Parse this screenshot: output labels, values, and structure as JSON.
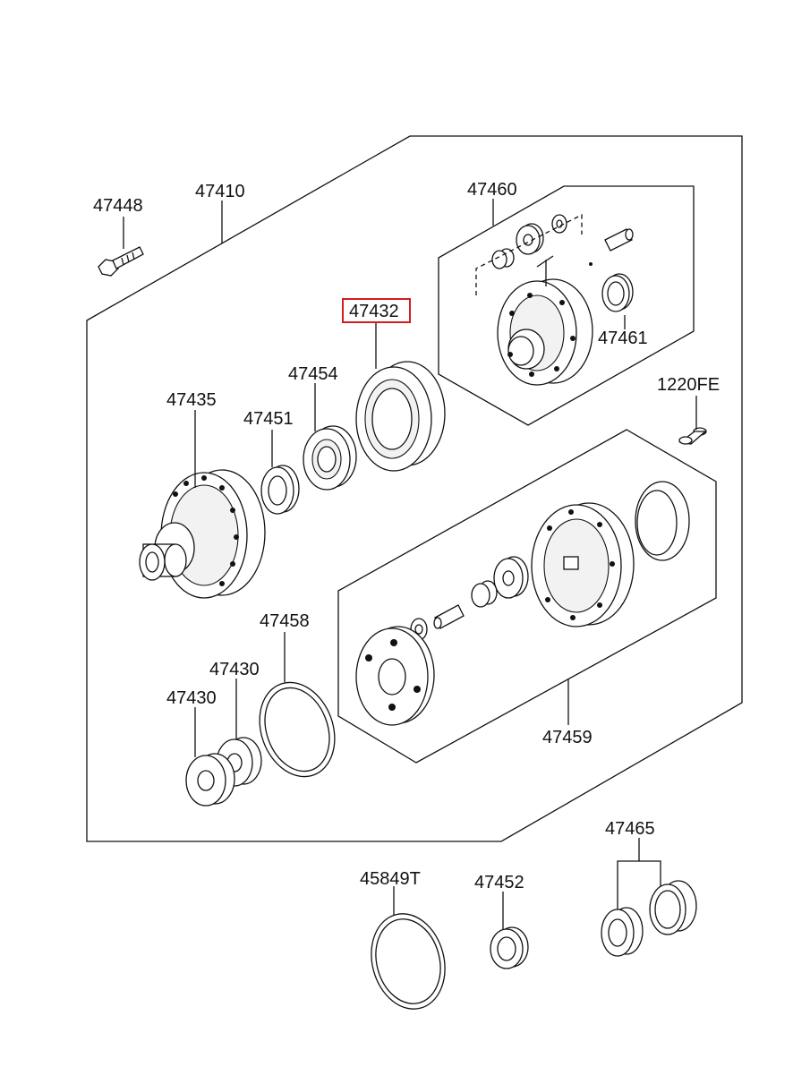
{
  "parts": {
    "p47448": "47448",
    "p47410": "47410",
    "p47460": "47460",
    "p47432": "47432",
    "p47454": "47454",
    "p47435": "47435",
    "p47451": "47451",
    "p47461": "47461",
    "p1220FE": "1220FE",
    "p47458": "47458",
    "p47430a": "47430",
    "p47430b": "47430",
    "p47459": "47459",
    "p47465": "47465",
    "p45849T": "45849T",
    "p47452": "47452"
  },
  "highlight_color": "#d21e1e"
}
